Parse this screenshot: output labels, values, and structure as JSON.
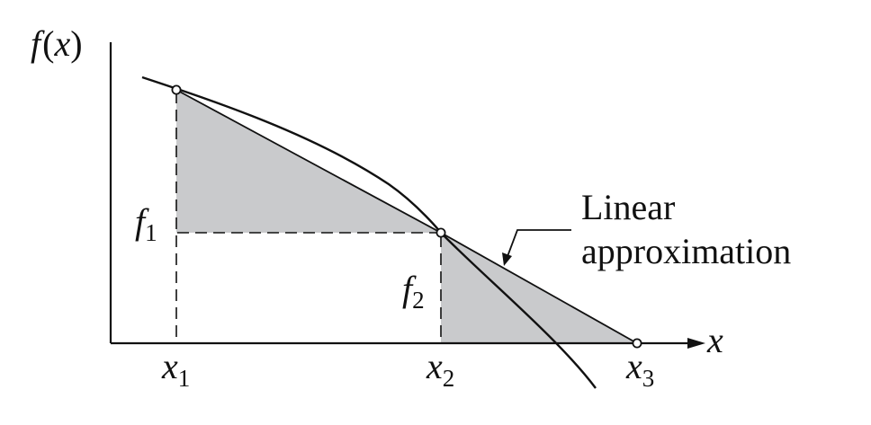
{
  "axes": {
    "y_label": {
      "main": "f",
      "paren": "(",
      "var": "x",
      "close": ")"
    },
    "x_label": "x"
  },
  "markers": {
    "x1": {
      "main": "x",
      "sub": "1"
    },
    "x2": {
      "main": "x",
      "sub": "2"
    },
    "x3": {
      "main": "x",
      "sub": "3"
    },
    "f1": {
      "main": "f",
      "sub": "1"
    },
    "f2": {
      "main": "f",
      "sub": "2"
    }
  },
  "annotation": {
    "line1": "Linear",
    "line2": "approximation"
  },
  "colors": {
    "shade": "#c9cacc",
    "stroke": "#111111",
    "background": "#ffffff"
  }
}
